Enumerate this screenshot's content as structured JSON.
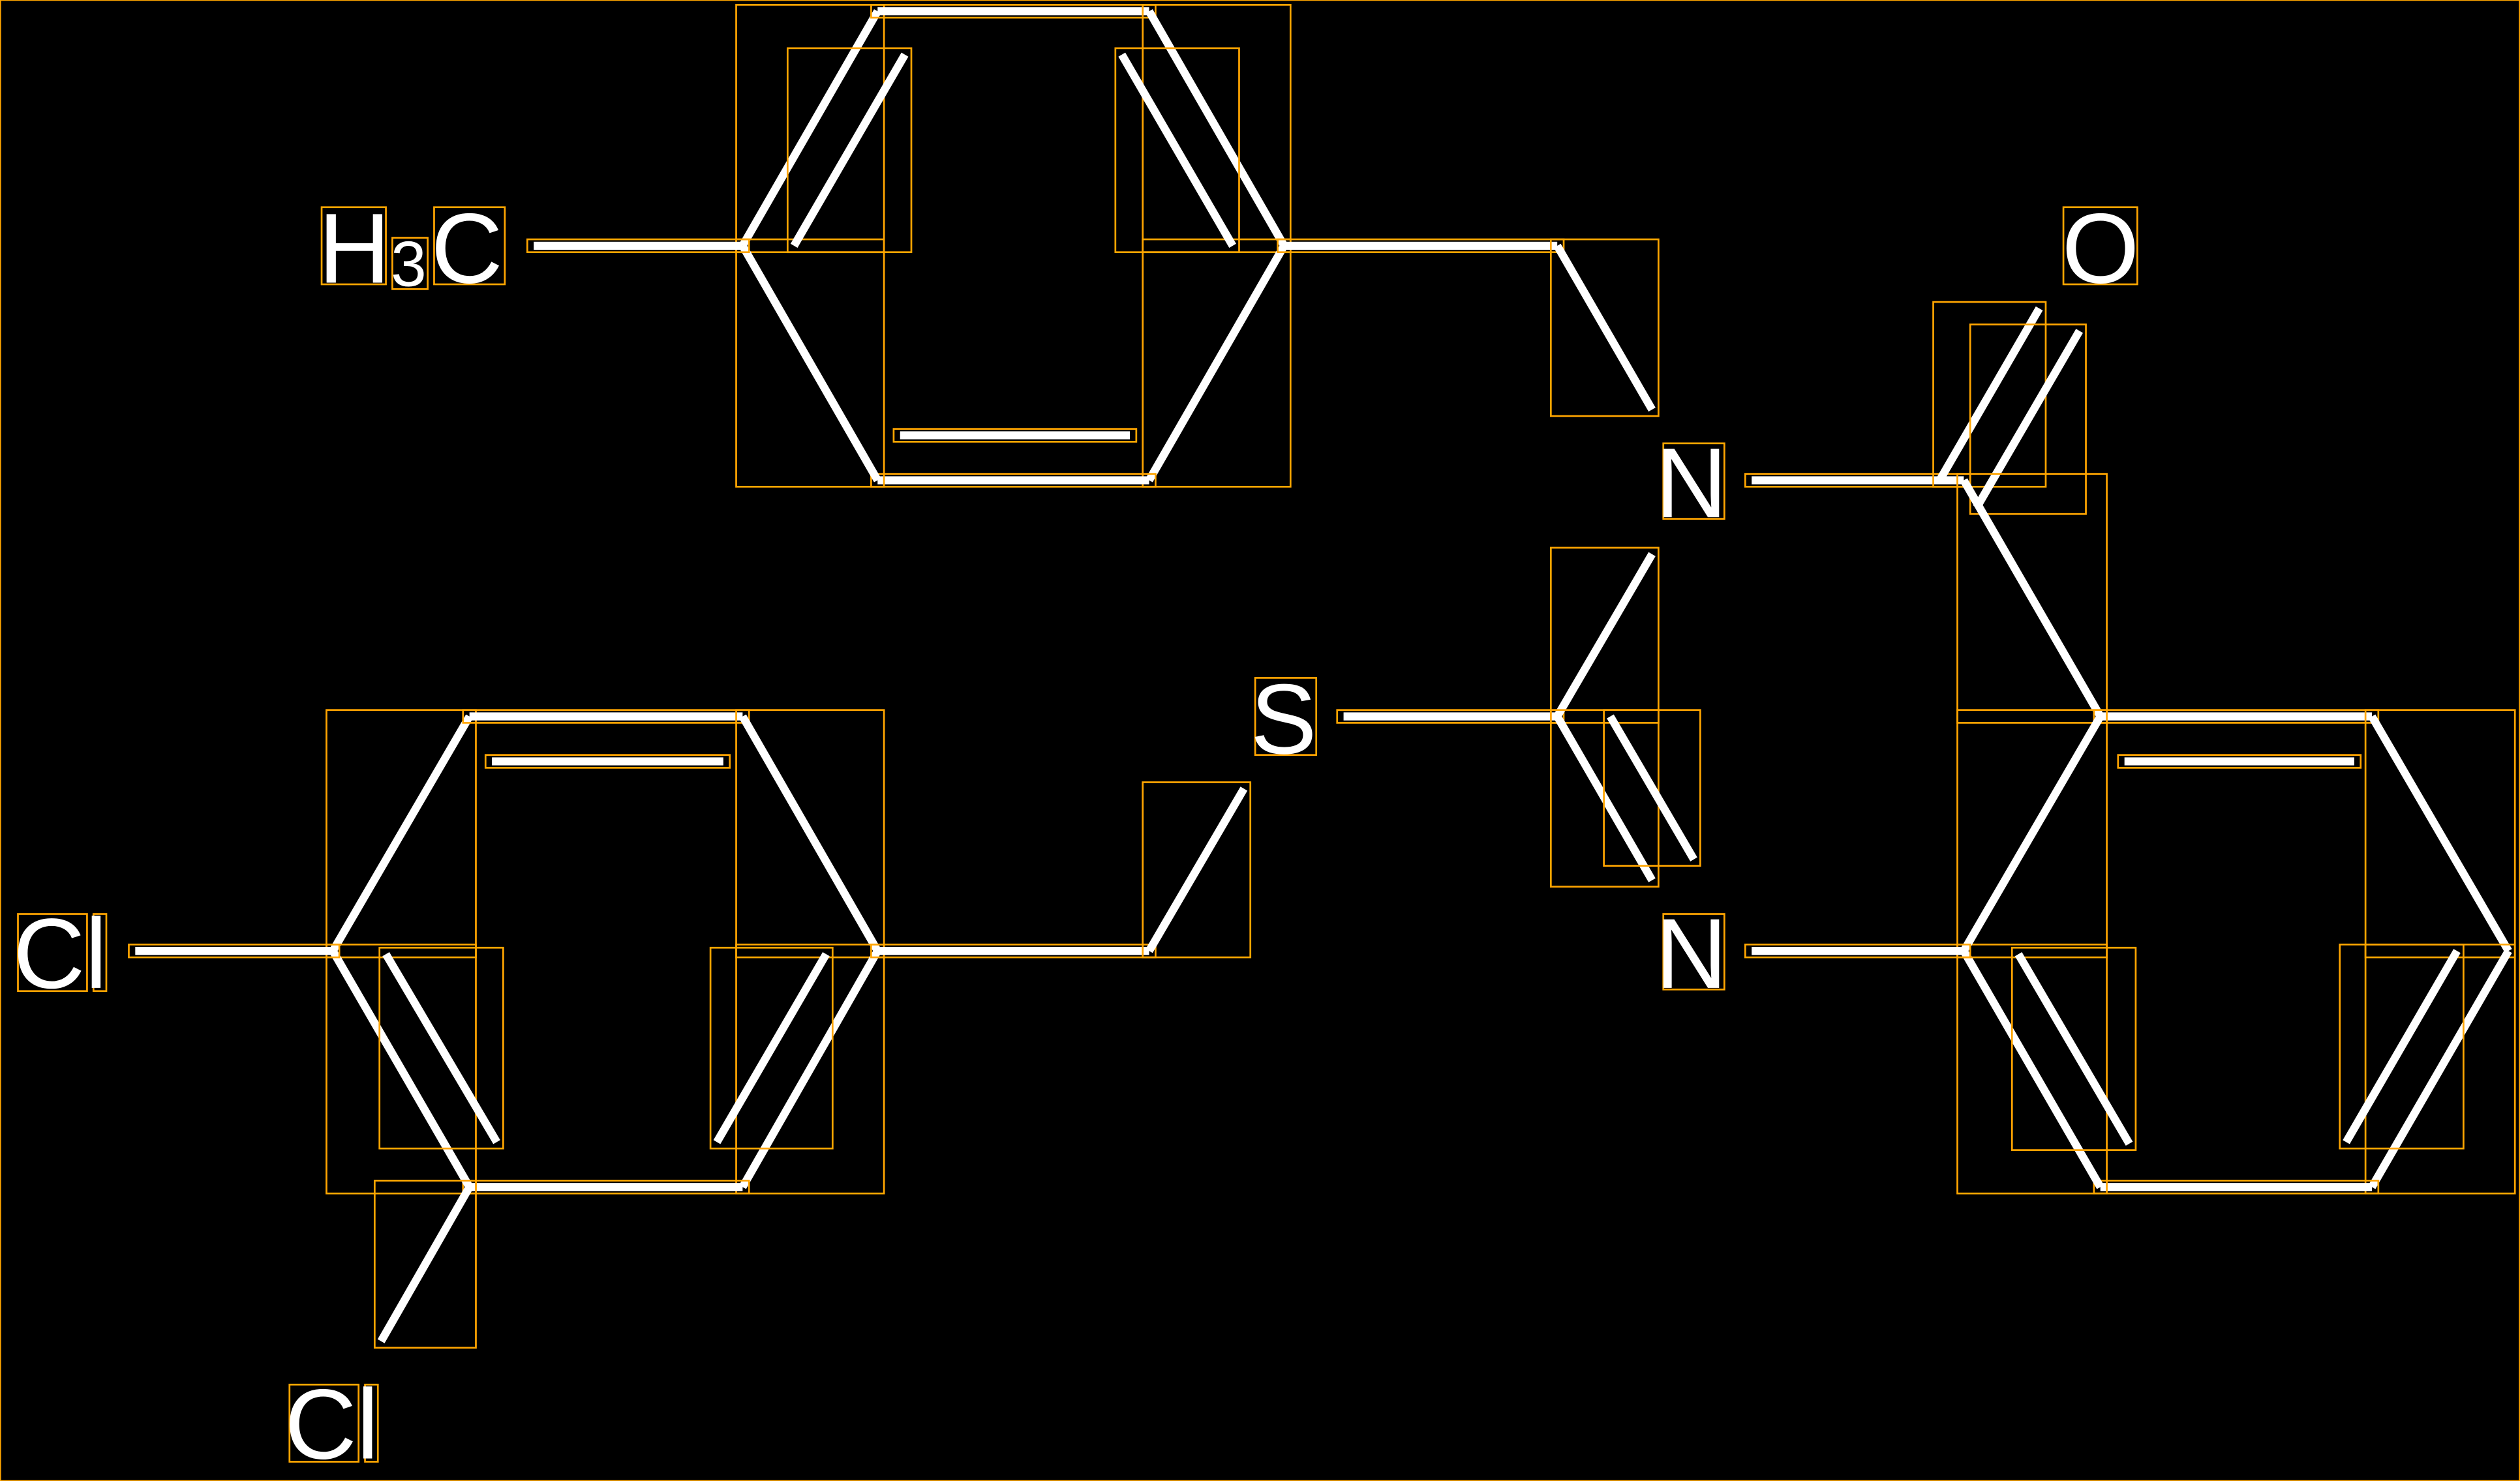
{
  "molecule": {
    "labels": {
      "methyl_h": "H",
      "methyl_sub": "3",
      "methyl_c": "C",
      "oxygen": "O",
      "nitrogen_upper": "N",
      "nitrogen_lower": "N",
      "sulfur": "S",
      "chlorine_left": "Cl",
      "chlorine_bottom": "Cl"
    },
    "colors": {
      "background": "#000000",
      "bond": "#ffffff",
      "box": "#ffa500"
    }
  }
}
